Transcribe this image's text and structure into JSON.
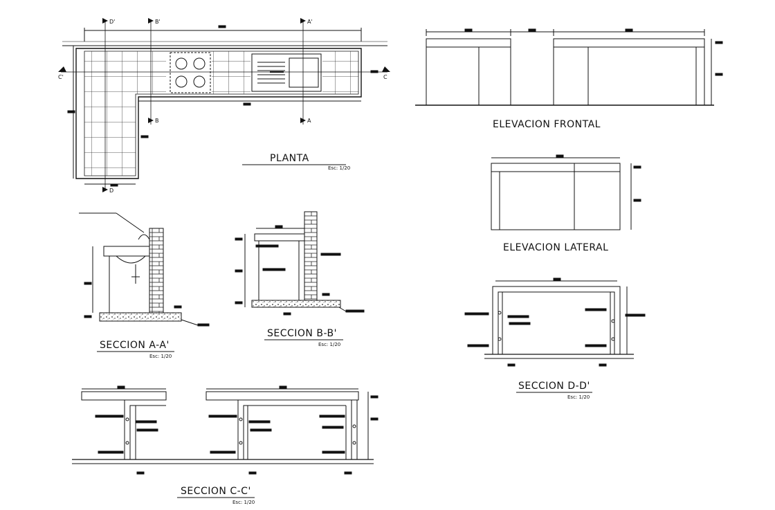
{
  "drawing": {
    "views": {
      "planta": {
        "title": "PLANTA",
        "scale": "Esc: 1/20"
      },
      "frontal": {
        "title": "ELEVACION FRONTAL"
      },
      "lateral": {
        "title": "ELEVACION LATERAL"
      },
      "seccion_aa": {
        "title": "SECCION A-A'",
        "scale": "Esc: 1/20"
      },
      "seccion_bb": {
        "title": "SECCION B-B'",
        "scale": "Esc: 1/20"
      },
      "seccion_dd": {
        "title": "SECCION D-D'",
        "scale": "Esc: 1/20"
      },
      "seccion_cc": {
        "title": "SECCION C-C'",
        "scale": "Esc: 1/20"
      }
    },
    "section_markers": {
      "a_top": "A'",
      "a_bottom": "A",
      "b_top": "B'",
      "b_bottom": "B",
      "c_left": "C'",
      "c_right": "C",
      "d_top": "D'",
      "d_bottom": "D"
    },
    "line_color": "#111111"
  }
}
